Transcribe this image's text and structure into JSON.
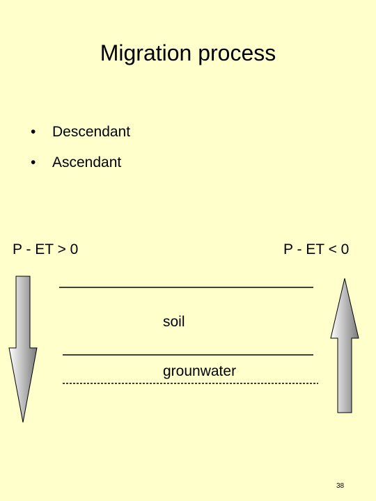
{
  "slide": {
    "title": "Migration process",
    "bullets": [
      {
        "marker": "•",
        "text": "Descendant"
      },
      {
        "marker": "•",
        "text": "Ascendant"
      }
    ],
    "left_label": "P - ET > 0",
    "right_label": "P - ET < 0",
    "layers": {
      "soil": "soil",
      "groundwater": "grounwater"
    },
    "page_number": "38"
  },
  "colors": {
    "background": "#ffffcc",
    "line": "#000000",
    "arrow_light": "#ffffff",
    "arrow_dark": "#7a7a7a"
  }
}
